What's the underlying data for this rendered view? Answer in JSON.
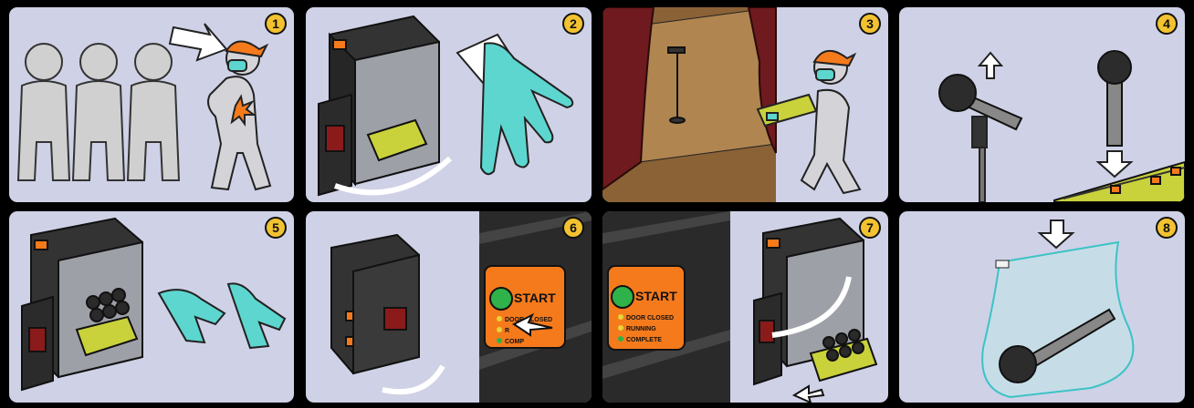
{
  "steps": [
    {
      "number": "1"
    },
    {
      "number": "2"
    },
    {
      "number": "3"
    },
    {
      "number": "4"
    },
    {
      "number": "5"
    },
    {
      "number": "6",
      "panel_start": "START",
      "panel_door": "DOOR CLOSED",
      "panel_running": "R",
      "panel_complete": "COMP"
    },
    {
      "number": "7",
      "panel_start": "START",
      "panel_door": "DOOR CLOSED",
      "panel_running": "RUNNING",
      "panel_complete": "COMPLETE"
    },
    {
      "number": "8"
    }
  ],
  "colors": {
    "panel_bg": "#cfd1e6",
    "badge": "#f2c230",
    "accent_orange": "#f57a1c",
    "glove_teal": "#5ed6d0",
    "device_black": "#2b2b2b",
    "curtain_red": "#6e1a1e",
    "stage_brown": "#8a6236"
  }
}
